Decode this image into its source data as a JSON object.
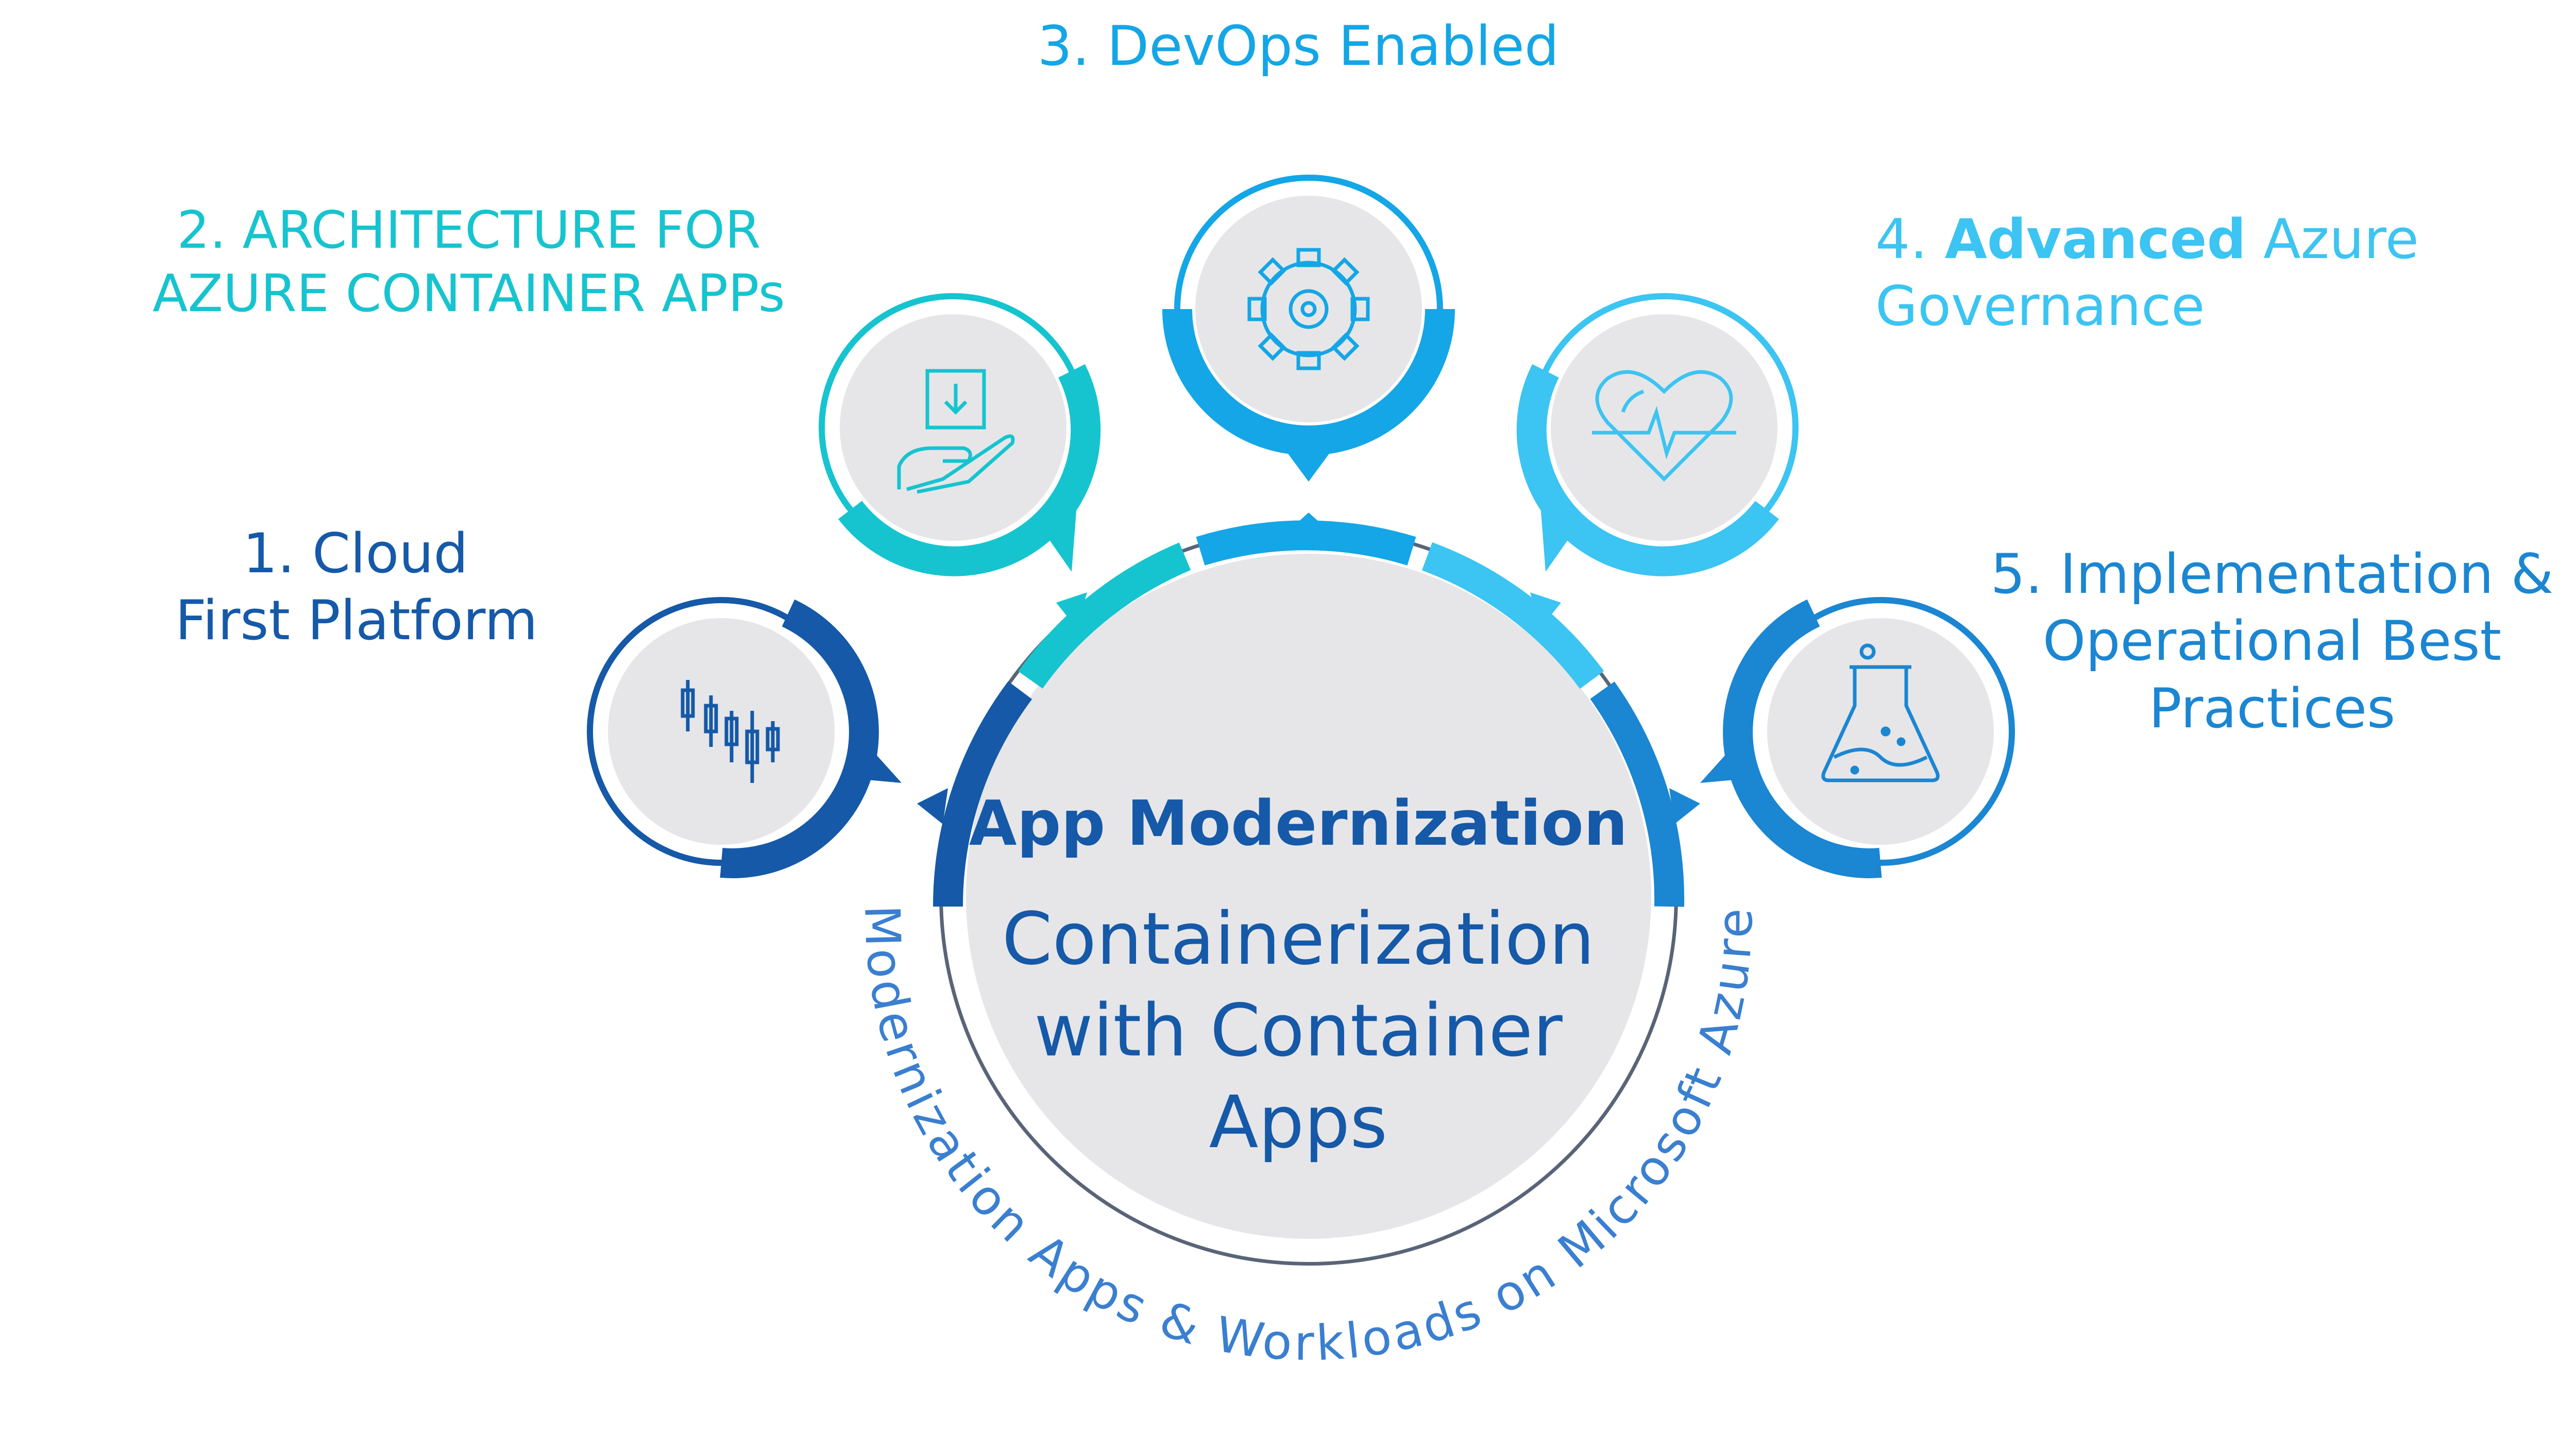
{
  "center": {
    "title": "App Modernization",
    "subtitle_lines": [
      "Containerization",
      "with Container",
      "Apps"
    ],
    "arc_caption": "Modernization Apps & Workloads on Microsoft Azure"
  },
  "steps": [
    {
      "lines": [
        "1. Cloud",
        "First Platform"
      ],
      "icon": "candlestick-chart-icon",
      "color": "#1559a8"
    },
    {
      "lines": [
        "2. ARCHITECTURE FOR",
        "AZURE CONTAINER APPs"
      ],
      "icon": "hand-box-icon",
      "color": "#16c4cf"
    },
    {
      "lines": [
        "3. DevOps Enabled"
      ],
      "icon": "gear-icon",
      "color": "#14a6e6"
    },
    {
      "line1_prefix": "4. ",
      "line1_bold": "Advanced",
      "line1_suffix": " Azure",
      "line2": "Governance",
      "icon": "heartbeat-icon",
      "color": "#3cc4f2"
    },
    {
      "lines": [
        "5. Implementation &",
        "Operational Best",
        "Practices"
      ],
      "icon": "flask-icon",
      "color": "#1b86d2"
    }
  ],
  "colors": {
    "grey_fill": "#e6e6e8",
    "dark_ring": "#5a6478",
    "step1": "#1559a8",
    "step2": "#16c4cf",
    "step3": "#14a6e6",
    "step4": "#3cc4f2",
    "step5": "#1b86d2"
  }
}
